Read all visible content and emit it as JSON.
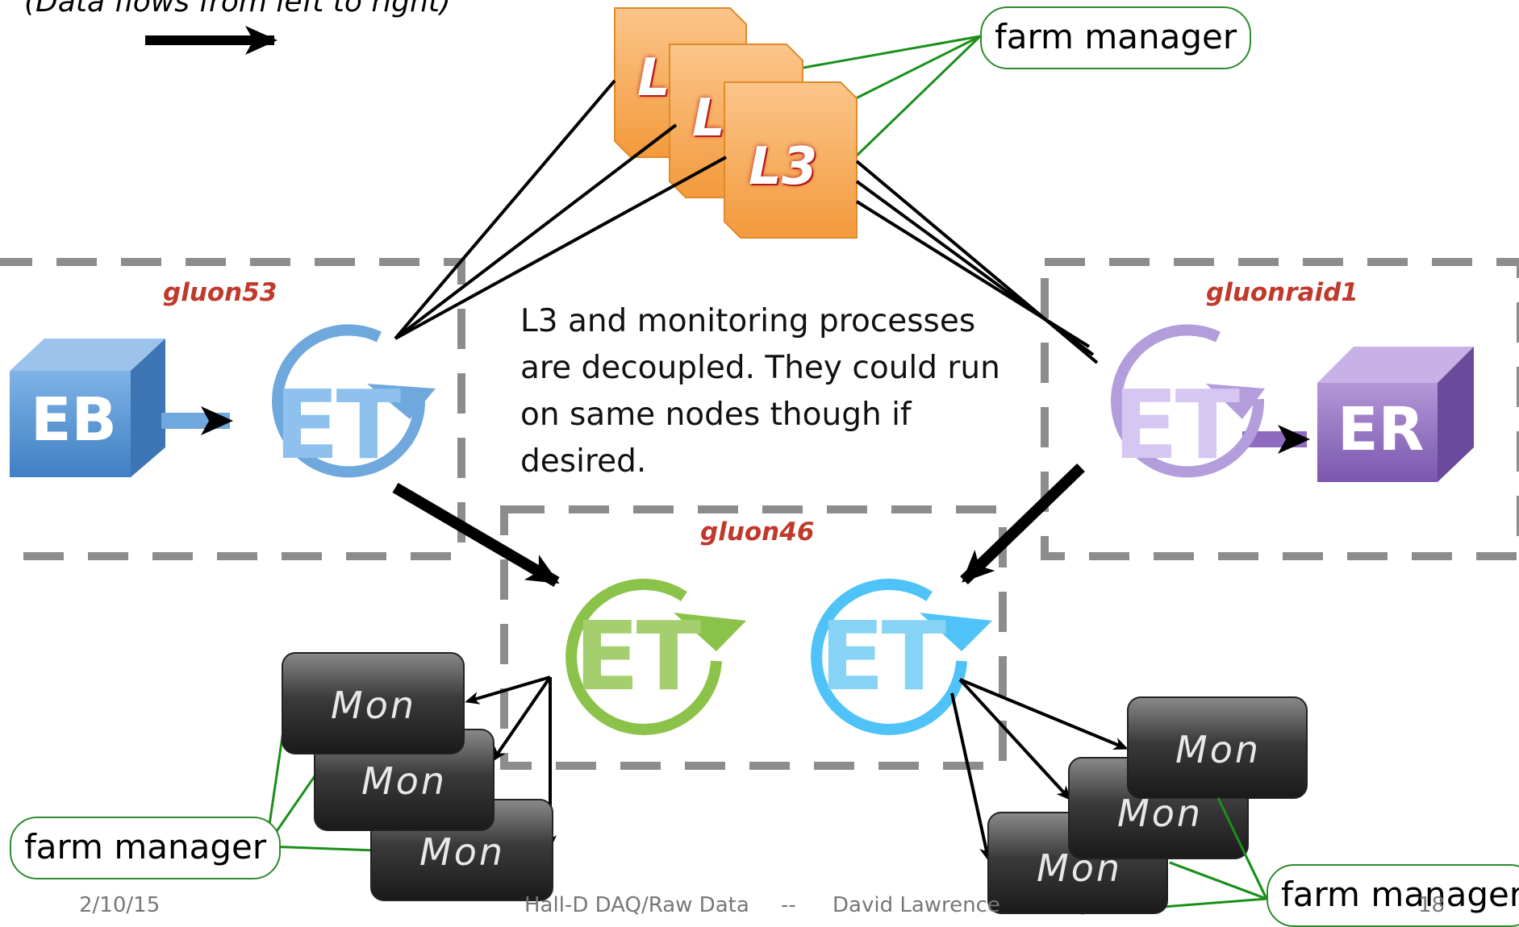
{
  "hint": "(Data flows from left to right)",
  "nodes": {
    "gluon53": "gluon53",
    "gluonraid1": "gluonraid1",
    "gluon46": "gluon46"
  },
  "components": {
    "eb": "EB",
    "er": "ER",
    "et": "ET",
    "l3": "L3",
    "l3_partial": "L",
    "mon": "Mon"
  },
  "note": "L3 and monitoring processes are decoupled. They could run on same nodes though if desired.",
  "farm_manager": "farm manager",
  "footer": {
    "date": "2/10/15",
    "title": "Hall-D DAQ/Raw Data",
    "separator": "--",
    "author": "David Lawrence",
    "page": "18"
  },
  "colors": {
    "eb": "#5b9bd5",
    "er": "#8e6bbf",
    "et_blue": "#6fa8dc",
    "et_purple": "#b39ddb",
    "et_green": "#8bc34a",
    "et_cyan": "#4fc3f7",
    "l3": "#f6a54c",
    "manager_line": "#1a8f1a",
    "dashed_box": "#8c8c8c"
  }
}
